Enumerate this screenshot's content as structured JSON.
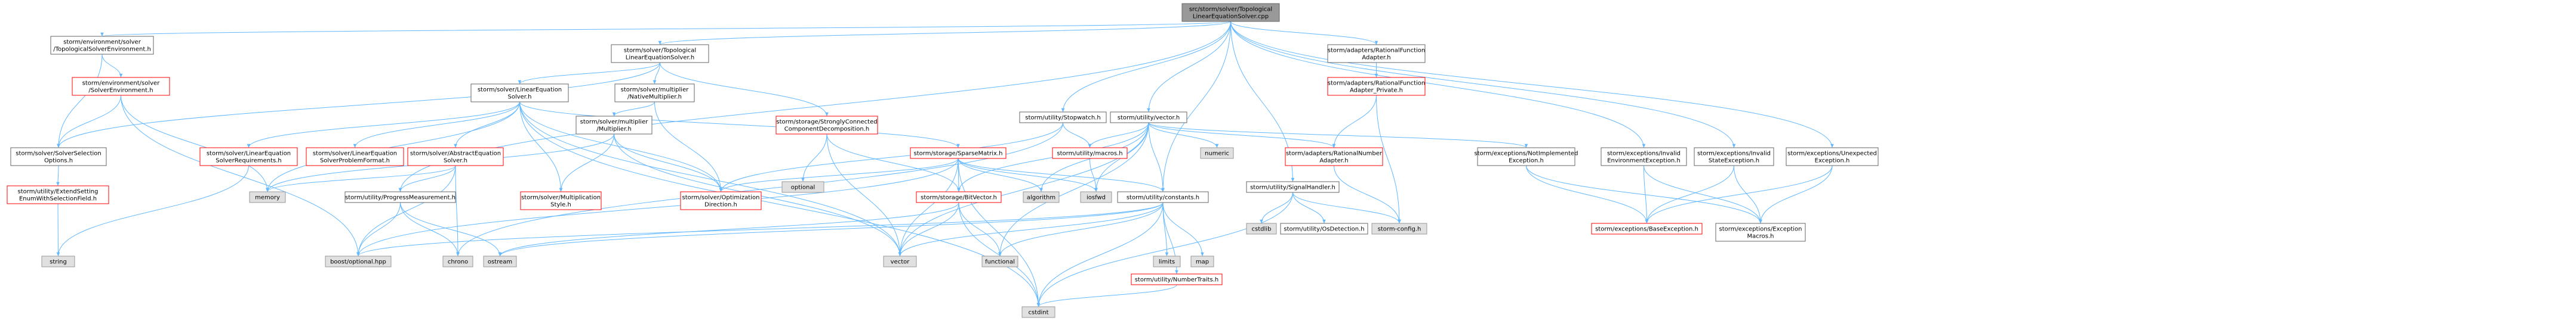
{
  "colors": {
    "edge": "#63b8ff",
    "node_normal_fill": "#ffffff",
    "node_normal_border": "#666666",
    "node_root_fill": "#999999",
    "node_root_border": "#666666",
    "node_red_fill": "#ffffff",
    "node_red_border": "#ff0000",
    "node_system_fill": "#e0e0e0",
    "node_system_border": "#999999"
  },
  "nodes": [
    {
      "id": "root",
      "style": "root",
      "lines": [
        "src/storm/solver/Topological",
        "LinearEquationSolver.cpp"
      ]
    },
    {
      "id": "topoEnv",
      "style": "normal",
      "lines": [
        "storm/environment/solver",
        "/TopologicalSolverEnvironment.h"
      ]
    },
    {
      "id": "topoSolver",
      "style": "normal",
      "lines": [
        "storm/solver/Topological",
        "LinearEquationSolver.h"
      ]
    },
    {
      "id": "ratFuncAdapter",
      "style": "normal",
      "lines": [
        "storm/adapters/RationalFunction",
        "Adapter.h"
      ]
    },
    {
      "id": "solverEnv",
      "style": "red",
      "lines": [
        "storm/environment/solver",
        "/SolverEnvironment.h"
      ]
    },
    {
      "id": "linEqSolver",
      "style": "normal",
      "lines": [
        "storm/solver/LinearEquation",
        "Solver.h"
      ]
    },
    {
      "id": "nativeMult",
      "style": "normal",
      "lines": [
        "storm/solver/multiplier",
        "/NativeMultiplier.h"
      ]
    },
    {
      "id": "stopwatch",
      "style": "normal",
      "lines": [
        "storm/utility/Stopwatch.h"
      ]
    },
    {
      "id": "vectorH",
      "style": "normal",
      "lines": [
        "storm/utility/vector.h"
      ]
    },
    {
      "id": "ratFuncPriv",
      "style": "red",
      "lines": [
        "storm/adapters/RationalFunction",
        "Adapter_Private.h"
      ]
    },
    {
      "id": "invalidEnvEx",
      "style": "normal",
      "lines": [
        "storm/exceptions/Invalid",
        "EnvironmentException.h"
      ]
    },
    {
      "id": "invalidStateEx",
      "style": "normal",
      "lines": [
        "storm/exceptions/Invalid",
        "StateException.h"
      ]
    },
    {
      "id": "unexpectedEx",
      "style": "normal",
      "lines": [
        "storm/exceptions/Unexpected",
        "Exception.h"
      ]
    },
    {
      "id": "solverSelOpts",
      "style": "normal",
      "lines": [
        "storm/solver/SolverSelection",
        "Options.h"
      ]
    },
    {
      "id": "linEqReq",
      "style": "red",
      "lines": [
        "storm/solver/LinearEquation",
        "SolverRequirements.h"
      ]
    },
    {
      "id": "linEqProbFmt",
      "style": "red",
      "lines": [
        "storm/solver/LinearEquation",
        "SolverProblemFormat.h"
      ]
    },
    {
      "id": "absEqSolver",
      "style": "red",
      "lines": [
        "storm/solver/AbstractEquation",
        "Solver.h"
      ]
    },
    {
      "id": "sparseMatrix",
      "style": "red",
      "lines": [
        "storm/storage/SparseMatrix.h"
      ]
    },
    {
      "id": "multiplier",
      "style": "normal",
      "lines": [
        "storm/solver/multiplier",
        "/Multiplier.h"
      ]
    },
    {
      "id": "sccDecomp",
      "style": "red",
      "lines": [
        "storm/storage/StronglyConnected",
        "ComponentDecomposition.h"
      ]
    },
    {
      "id": "macros",
      "style": "red",
      "lines": [
        "storm/utility/macros.h"
      ]
    },
    {
      "id": "numeric",
      "style": "system",
      "lines": [
        "numeric"
      ]
    },
    {
      "id": "ratNumAdapter",
      "style": "red",
      "lines": [
        "storm/adapters/RationalNumber",
        "Adapter.h"
      ]
    },
    {
      "id": "notImplEx",
      "style": "normal",
      "lines": [
        "storm/exceptions/NotImplemented",
        "Exception.h"
      ]
    },
    {
      "id": "signalHandler",
      "style": "normal",
      "lines": [
        "storm/utility/SignalHandler.h"
      ]
    },
    {
      "id": "extendSetting",
      "style": "red",
      "lines": [
        "storm/utility/ExtendSetting",
        "EnumWithSelectionField.h"
      ]
    },
    {
      "id": "memory",
      "style": "system",
      "lines": [
        "memory"
      ]
    },
    {
      "id": "progressMeas",
      "style": "normal",
      "lines": [
        "storm/utility/ProgressMeasurement.h"
      ]
    },
    {
      "id": "multStyle",
      "style": "red",
      "lines": [
        "storm/solver/Multiplication",
        "Style.h"
      ]
    },
    {
      "id": "optDirection",
      "style": "red",
      "lines": [
        "storm/solver/Optimization",
        "Direction.h"
      ]
    },
    {
      "id": "optional",
      "style": "system",
      "lines": [
        "optional"
      ]
    },
    {
      "id": "bitVector",
      "style": "red",
      "lines": [
        "storm/storage/BitVector.h"
      ]
    },
    {
      "id": "algorithm",
      "style": "system",
      "lines": [
        "algorithm"
      ]
    },
    {
      "id": "iosfwd",
      "style": "system",
      "lines": [
        "iosfwd"
      ]
    },
    {
      "id": "constants",
      "style": "normal",
      "lines": [
        "storm/utility/constants.h"
      ]
    },
    {
      "id": "cstdlib",
      "style": "system",
      "lines": [
        "cstdlib"
      ]
    },
    {
      "id": "osDetection",
      "style": "normal",
      "lines": [
        "storm/utility/OsDetection.h"
      ]
    },
    {
      "id": "stormConfig",
      "style": "system",
      "lines": [
        "storm-config.h"
      ]
    },
    {
      "id": "baseEx",
      "style": "red",
      "lines": [
        "storm/exceptions/BaseException.h"
      ]
    },
    {
      "id": "exMacros",
      "style": "normal",
      "lines": [
        "storm/exceptions/Exception",
        "Macros.h"
      ]
    },
    {
      "id": "string",
      "style": "system",
      "lines": [
        "string"
      ]
    },
    {
      "id": "boostOptional",
      "style": "system",
      "lines": [
        "boost/optional.hpp"
      ]
    },
    {
      "id": "chrono",
      "style": "system",
      "lines": [
        "chrono"
      ]
    },
    {
      "id": "ostream",
      "style": "system",
      "lines": [
        "ostream"
      ]
    },
    {
      "id": "vectorStd",
      "style": "system",
      "lines": [
        "vector"
      ]
    },
    {
      "id": "functional",
      "style": "system",
      "lines": [
        "functional"
      ]
    },
    {
      "id": "numberTraits",
      "style": "red",
      "lines": [
        "storm/utility/NumberTraits.h"
      ]
    },
    {
      "id": "limits",
      "style": "system",
      "lines": [
        "limits"
      ]
    },
    {
      "id": "map",
      "style": "system",
      "lines": [
        "map"
      ]
    },
    {
      "id": "cstdint",
      "style": "system",
      "lines": [
        "cstdint"
      ]
    }
  ],
  "edges": [
    [
      "root",
      "topoEnv"
    ],
    [
      "root",
      "topoSolver"
    ],
    [
      "root",
      "ratFuncAdapter"
    ],
    [
      "root",
      "stopwatch"
    ],
    [
      "root",
      "vectorH"
    ],
    [
      "root",
      "signalHandler"
    ],
    [
      "root",
      "constants"
    ],
    [
      "root",
      "invalidEnvEx"
    ],
    [
      "root",
      "invalidStateEx"
    ],
    [
      "root",
      "unexpectedEx"
    ],
    [
      "root",
      "progressMeas"
    ],
    [
      "topoEnv",
      "solverEnv"
    ],
    [
      "topoEnv",
      "solverSelOpts"
    ],
    [
      "solverEnv",
      "solverSelOpts"
    ],
    [
      "solverEnv",
      "memory"
    ],
    [
      "solverEnv",
      "boostOptional"
    ],
    [
      "solverSelOpts",
      "extendSetting"
    ],
    [
      "extendSetting",
      "string"
    ],
    [
      "topoSolver",
      "linEqSolver"
    ],
    [
      "topoSolver",
      "nativeMult"
    ],
    [
      "topoSolver",
      "sccDecomp"
    ],
    [
      "topoSolver",
      "solverSelOpts"
    ],
    [
      "linEqSolver",
      "linEqReq"
    ],
    [
      "linEqSolver",
      "linEqProbFmt"
    ],
    [
      "linEqSolver",
      "absEqSolver"
    ],
    [
      "linEqSolver",
      "sparseMatrix"
    ],
    [
      "linEqSolver",
      "multStyle"
    ],
    [
      "linEqSolver",
      "optDirection"
    ],
    [
      "linEqSolver",
      "memory"
    ],
    [
      "linEqSolver",
      "vectorStd"
    ],
    [
      "linEqSolver",
      "cstdint"
    ],
    [
      "linEqReq",
      "string"
    ],
    [
      "absEqSolver",
      "memory"
    ],
    [
      "absEqSolver",
      "boostOptional"
    ],
    [
      "absEqSolver",
      "chrono"
    ],
    [
      "absEqSolver",
      "progressMeas"
    ],
    [
      "progressMeas",
      "boostOptional"
    ],
    [
      "progressMeas",
      "chrono"
    ],
    [
      "progressMeas",
      "ostream"
    ],
    [
      "nativeMult",
      "multiplier"
    ],
    [
      "nativeMult",
      "optDirection"
    ],
    [
      "multiplier",
      "memory"
    ],
    [
      "multiplier",
      "vectorStd"
    ],
    [
      "multiplier",
      "multStyle"
    ],
    [
      "multiplier",
      "optDirection"
    ],
    [
      "sccDecomp",
      "optional"
    ],
    [
      "sccDecomp",
      "bitVector"
    ],
    [
      "sccDecomp",
      "vectorStd"
    ],
    [
      "sparseMatrix",
      "algorithm"
    ],
    [
      "sparseMatrix",
      "iosfwd"
    ],
    [
      "sparseMatrix",
      "bitVector"
    ],
    [
      "sparseMatrix",
      "constants"
    ],
    [
      "sparseMatrix",
      "optDirection"
    ],
    [
      "sparseMatrix",
      "cstdint"
    ],
    [
      "sparseMatrix",
      "boostOptional"
    ],
    [
      "sparseMatrix",
      "vectorStd"
    ],
    [
      "bitVector",
      "vectorStd"
    ],
    [
      "bitVector",
      "functional"
    ],
    [
      "bitVector",
      "cstdint"
    ],
    [
      "bitVector",
      "ostream"
    ],
    [
      "stopwatch",
      "macros"
    ],
    [
      "stopwatch",
      "chrono"
    ],
    [
      "stopwatch",
      "optDirection"
    ],
    [
      "vectorH",
      "macros"
    ],
    [
      "vectorH",
      "numeric"
    ],
    [
      "vectorH",
      "ratNumAdapter"
    ],
    [
      "vectorH",
      "notImplEx"
    ],
    [
      "vectorH",
      "bitVector"
    ],
    [
      "vectorH",
      "algorithm"
    ],
    [
      "vectorH",
      "iosfwd"
    ],
    [
      "vectorH",
      "constants"
    ],
    [
      "vectorH",
      "vectorStd"
    ],
    [
      "vectorH",
      "functional"
    ],
    [
      "macros",
      "iosfwd"
    ],
    [
      "ratNumAdapter",
      "stormConfig"
    ],
    [
      "ratFuncAdapter",
      "ratFuncPriv"
    ],
    [
      "ratFuncPriv",
      "ratNumAdapter"
    ],
    [
      "ratFuncPriv",
      "stormConfig"
    ],
    [
      "notImplEx",
      "baseEx"
    ],
    [
      "notImplEx",
      "exMacros"
    ],
    [
      "signalHandler",
      "cstdlib"
    ],
    [
      "signalHandler",
      "osDetection"
    ],
    [
      "signalHandler",
      "stormConfig"
    ],
    [
      "signalHandler",
      "cstdint"
    ],
    [
      "invalidEnvEx",
      "baseEx"
    ],
    [
      "invalidEnvEx",
      "exMacros"
    ],
    [
      "invalidStateEx",
      "baseEx"
    ],
    [
      "invalidStateEx",
      "exMacros"
    ],
    [
      "unexpectedEx",
      "baseEx"
    ],
    [
      "unexpectedEx",
      "exMacros"
    ],
    [
      "constants",
      "numberTraits"
    ],
    [
      "constants",
      "limits"
    ],
    [
      "constants",
      "map"
    ],
    [
      "constants",
      "cstdint"
    ],
    [
      "constants",
      "vectorStd"
    ],
    [
      "constants",
      "ostream"
    ],
    [
      "constants",
      "functional"
    ],
    [
      "constants",
      "boostOptional"
    ],
    [
      "numberTraits",
      "cstdint"
    ]
  ]
}
